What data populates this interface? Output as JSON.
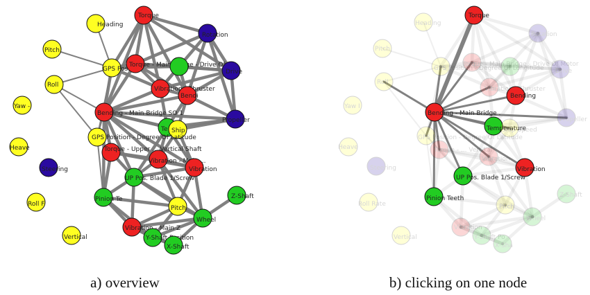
{
  "colors": {
    "red": "#ee2222",
    "yellow": "#ffff22",
    "green": "#22cc22",
    "blue": "#2a0aa0",
    "edge": "#7a7a7a"
  },
  "panel_a": {
    "caption": "a) overview",
    "nodes": [
      {
        "id": "heading",
        "label": "Heading",
        "color": "yellow"
      },
      {
        "id": "pitch1",
        "label": "Pitch",
        "color": "yellow"
      },
      {
        "id": "roll",
        "label": "Roll",
        "color": "yellow"
      },
      {
        "id": "yaw",
        "label": "Yaw -",
        "color": "yellow"
      },
      {
        "id": "heave",
        "label": "Heave",
        "color": "yellow"
      },
      {
        "id": "steering",
        "label": "Steering",
        "color": "blue"
      },
      {
        "id": "rollrate",
        "label": "Roll F",
        "color": "yellow"
      },
      {
        "id": "vertical",
        "label": "Vertical",
        "color": "yellow"
      },
      {
        "id": "torque",
        "label": "Torque",
        "color": "red"
      },
      {
        "id": "rotation",
        "label": "Rotation",
        "color": "blue"
      },
      {
        "id": "gpslong",
        "label": "GPS Positi",
        "color": "yellow"
      },
      {
        "id": "torqmain",
        "label": "Torque - Main Bridge - Drive Of",
        "color": "red"
      },
      {
        "id": "greenbridge",
        "label": "",
        "color": "green"
      },
      {
        "id": "drive",
        "label": "Drive",
        "color": "blue"
      },
      {
        "id": "vibthr",
        "label": "Vibration - Thruster",
        "color": "red"
      },
      {
        "id": "bending1",
        "label": "Bendi",
        "color": "red"
      },
      {
        "id": "bendmain",
        "label": "Bending - Main Bridge SO 1",
        "color": "red"
      },
      {
        "id": "propeller",
        "label": "Propeller",
        "color": "blue"
      },
      {
        "id": "tgreen",
        "label": "Te",
        "color": "green"
      },
      {
        "id": "shipspeed",
        "label": "Ship",
        "color": "yellow"
      },
      {
        "id": "gpslat",
        "label": "GPS Position - Degree Of Latitude",
        "color": "yellow"
      },
      {
        "id": "torqupper",
        "label": "Torque - Upper ... Vertical Shaft",
        "color": "red"
      },
      {
        "id": "vibmain",
        "label": "Vibration - Main ...",
        "color": "red"
      },
      {
        "id": "vib2",
        "label": "Vibration",
        "color": "red"
      },
      {
        "id": "uppos",
        "label": "UP Pos. Blade 1/Screw",
        "color": "green"
      },
      {
        "id": "pinion",
        "label": "Pinion Te",
        "color": "green"
      },
      {
        "id": "zshaft",
        "label": "Z-Shaft",
        "color": "green"
      },
      {
        "id": "pitch2",
        "label": "Pitch",
        "color": "yellow"
      },
      {
        "id": "wheel",
        "label": "Wheel",
        "color": "green"
      },
      {
        "id": "vibz",
        "label": "Vibration - Main Z",
        "color": "red"
      },
      {
        "id": "yshaft",
        "label": "Y-Shaft Position",
        "color": "green"
      },
      {
        "id": "xshaft",
        "label": "X-Shaft",
        "color": "green"
      }
    ]
  },
  "panel_b": {
    "caption": "b) clicking on one node",
    "selected": "bendmain",
    "nodes": [
      {
        "id": "heading",
        "label": "Heading",
        "color": "yellow"
      },
      {
        "id": "pitch1",
        "label": "Pitch",
        "color": "yellow"
      },
      {
        "id": "roll",
        "label": "Roll",
        "color": "yellow"
      },
      {
        "id": "yaw",
        "label": "Yaw I",
        "color": "yellow"
      },
      {
        "id": "heave",
        "label": "Heave",
        "color": "yellow"
      },
      {
        "id": "steering",
        "label": "Steering",
        "color": "blue"
      },
      {
        "id": "rollrate",
        "label": "Roll Rate",
        "color": "yellow"
      },
      {
        "id": "vertical",
        "label": "Vertical",
        "color": "yellow"
      },
      {
        "id": "torque",
        "label": "Torque",
        "color": "red"
      },
      {
        "id": "rotation",
        "label": "Rotation",
        "color": "blue"
      },
      {
        "id": "gpslong",
        "label": "GPS Position - Degree Of Longitude",
        "color": "yellow"
      },
      {
        "id": "torqmain",
        "label": "Torque - Main Bridge - Drive Of Motor",
        "color": "red"
      },
      {
        "id": "greenbridge",
        "label": "",
        "color": "green"
      },
      {
        "id": "drive",
        "label": "Drive",
        "color": "blue"
      },
      {
        "id": "vibthr",
        "label": "Vibration - Thruster",
        "color": "red"
      },
      {
        "id": "bending1",
        "label": "Bending",
        "color": "red"
      },
      {
        "id": "bendmain",
        "label": "Bending - Main Bridge .",
        "color": "red"
      },
      {
        "id": "propeller",
        "label": "Propeller",
        "color": "blue"
      },
      {
        "id": "tgreen",
        "label": "Temperature",
        "color": "green"
      },
      {
        "id": "shipspeed",
        "label": "Ship Speed",
        "color": "yellow"
      },
      {
        "id": "gpslat",
        "label": "GPS Position - Degree Of Latitude",
        "color": "yellow"
      },
      {
        "id": "torqupper",
        "label": "Torque - ... Vertikal",
        "color": "red"
      },
      {
        "id": "vibmain",
        "label": "Vibration",
        "color": "red"
      },
      {
        "id": "vib2",
        "label": "Vibration",
        "color": "red"
      },
      {
        "id": "uppos",
        "label": "UP Pos. Blade 1/Screw",
        "color": "green"
      },
      {
        "id": "pinion",
        "label": "Pinion Teeth",
        "color": "green"
      },
      {
        "id": "zshaft",
        "label": "Z-Shaft",
        "color": "green"
      },
      {
        "id": "pitch2",
        "label": "Pitch",
        "color": "yellow"
      },
      {
        "id": "wheel",
        "label": "Wheel",
        "color": "green"
      },
      {
        "id": "vibz",
        "label": "Vibration -",
        "color": "red"
      },
      {
        "id": "yshaft",
        "label": "Y-Shaft Po",
        "color": "green"
      },
      {
        "id": "xshaft",
        "label": "X-Sha",
        "color": "green"
      }
    ]
  },
  "edges": [
    [
      "torque",
      "rotation"
    ],
    [
      "torque",
      "torqmain"
    ],
    [
      "torque",
      "bendmain"
    ],
    [
      "torque",
      "vibthr"
    ],
    [
      "torque",
      "gpslong"
    ],
    [
      "torque",
      "drive"
    ],
    [
      "torque",
      "bending1"
    ],
    [
      "rotation",
      "drive"
    ],
    [
      "rotation",
      "torqmain"
    ],
    [
      "rotation",
      "bending1"
    ],
    [
      "rotation",
      "vibthr"
    ],
    [
      "rotation",
      "propeller"
    ],
    [
      "gpslong",
      "torqmain"
    ],
    [
      "gpslong",
      "bendmain"
    ],
    [
      "gpslong",
      "greenbridge"
    ],
    [
      "gpslong",
      "vibthr"
    ],
    [
      "gpslong",
      "gpslat"
    ],
    [
      "torqmain",
      "greenbridge"
    ],
    [
      "torqmain",
      "drive"
    ],
    [
      "torqmain",
      "vibthr"
    ],
    [
      "torqmain",
      "bending1"
    ],
    [
      "torqmain",
      "bendmain"
    ],
    [
      "greenbridge",
      "drive"
    ],
    [
      "greenbridge",
      "bending1"
    ],
    [
      "greenbridge",
      "vibthr"
    ],
    [
      "drive",
      "bending1"
    ],
    [
      "drive",
      "propeller"
    ],
    [
      "drive",
      "vibthr"
    ],
    [
      "vibthr",
      "bending1"
    ],
    [
      "vibthr",
      "bendmain"
    ],
    [
      "vibthr",
      "tgreen"
    ],
    [
      "bending1",
      "bendmain"
    ],
    [
      "bending1",
      "propeller"
    ],
    [
      "bending1",
      "shipspeed"
    ],
    [
      "bending1",
      "tgreen"
    ],
    [
      "bendmain",
      "tgreen"
    ],
    [
      "bendmain",
      "shipspeed"
    ],
    [
      "bendmain",
      "gpslat"
    ],
    [
      "bendmain",
      "torqupper"
    ],
    [
      "bendmain",
      "vibmain"
    ],
    [
      "bendmain",
      "uppos"
    ],
    [
      "bendmain",
      "pinion"
    ],
    [
      "bendmain",
      "propeller"
    ],
    [
      "bendmain",
      "vib2"
    ],
    [
      "tgreen",
      "shipspeed"
    ],
    [
      "tgreen",
      "propeller"
    ],
    [
      "tgreen",
      "vibmain"
    ],
    [
      "tgreen",
      "vib2"
    ],
    [
      "tgreen",
      "uppos"
    ],
    [
      "shipspeed",
      "propeller"
    ],
    [
      "shipspeed",
      "vibmain"
    ],
    [
      "shipspeed",
      "vib2"
    ],
    [
      "gpslat",
      "torqupper"
    ],
    [
      "gpslat",
      "uppos"
    ],
    [
      "gpslat",
      "pinion"
    ],
    [
      "torqupper",
      "vibmain"
    ],
    [
      "torqupper",
      "uppos"
    ],
    [
      "torqupper",
      "pinion"
    ],
    [
      "torqupper",
      "vib2"
    ],
    [
      "vibmain",
      "vib2"
    ],
    [
      "vibmain",
      "uppos"
    ],
    [
      "vibmain",
      "pitch2"
    ],
    [
      "vibmain",
      "wheel"
    ],
    [
      "vib2",
      "uppos"
    ],
    [
      "vib2",
      "wheel"
    ],
    [
      "vib2",
      "pitch2"
    ],
    [
      "uppos",
      "pinion"
    ],
    [
      "uppos",
      "pitch2"
    ],
    [
      "uppos",
      "vibz"
    ],
    [
      "uppos",
      "wheel"
    ],
    [
      "pinion",
      "vibz"
    ],
    [
      "pinion",
      "yshaft"
    ],
    [
      "pinion",
      "pitch2"
    ],
    [
      "pitch2",
      "wheel"
    ],
    [
      "pitch2",
      "vibz"
    ],
    [
      "pitch2",
      "yshaft"
    ],
    [
      "wheel",
      "zshaft"
    ],
    [
      "wheel",
      "yshaft"
    ],
    [
      "wheel",
      "xshaft"
    ],
    [
      "wheel",
      "vibz"
    ],
    [
      "vibz",
      "yshaft"
    ],
    [
      "vibz",
      "xshaft"
    ],
    [
      "yshaft",
      "xshaft"
    ],
    [
      "roll",
      "bendmain"
    ],
    [
      "roll",
      "gpslong"
    ],
    [
      "heading",
      "gpslong"
    ],
    [
      "pitch1",
      "gpslong"
    ],
    [
      "roll",
      "gpslat"
    ]
  ]
}
